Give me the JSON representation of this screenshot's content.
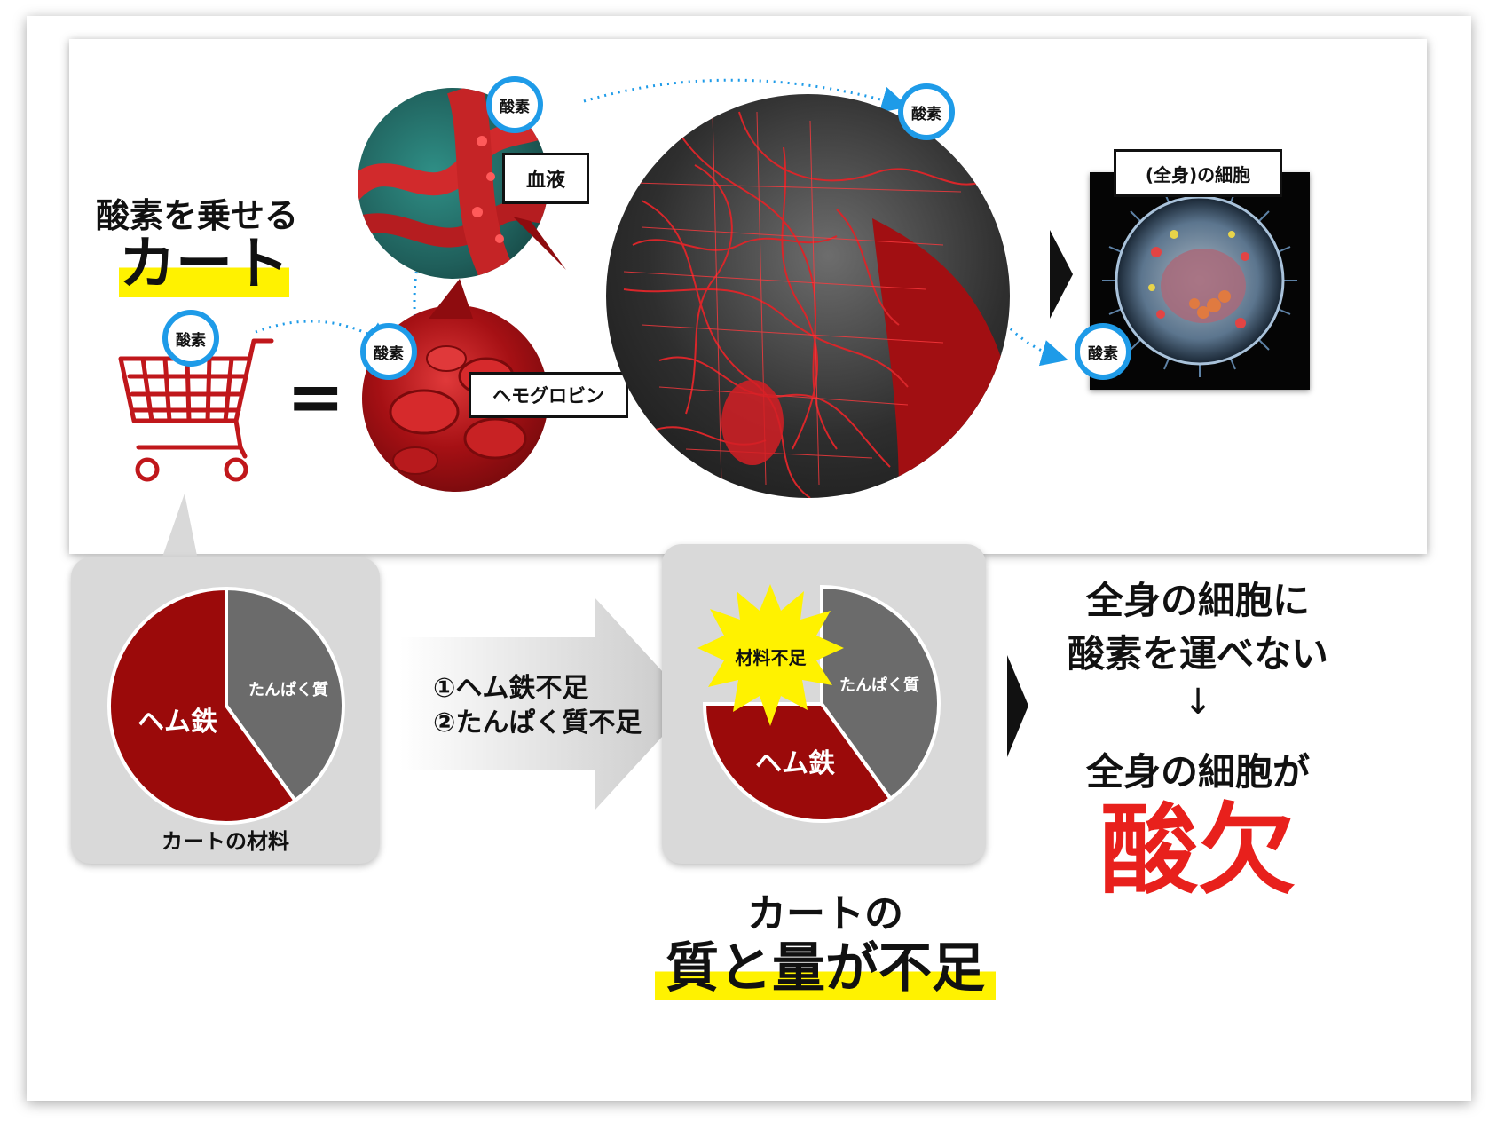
{
  "top": {
    "cart_heading": "酸素を乗せる",
    "cart_title": "カート",
    "oxygen": "酸素",
    "blood_label": "血液",
    "hemoglobin_label": "ヘモグロビン",
    "cell_label": "(全身)の細胞",
    "equals": "="
  },
  "bottom": {
    "left_pie": {
      "heme_iron": "ヘム鉄",
      "protein": "たんぱく質",
      "caption": "カートの材料",
      "heme_share": 0.6,
      "protein_share": 0.4
    },
    "arrow_line1": "①ヘム鉄不足",
    "arrow_line2": "②たんぱく質不足",
    "right_pie": {
      "shortage_badge": "材料不足",
      "heme_iron": "ヘム鉄",
      "protein": "たんぱく質",
      "heme_share": 0.35,
      "protein_share": 0.4
    },
    "cart_line1": "カートの",
    "cart_line2": "質と量が不足",
    "conclusion_line1": "全身の細胞に",
    "conclusion_line2": "酸素を運べない",
    "down_arrow": "↓",
    "conclusion_line3": "全身の細胞が",
    "conclusion_big": "酸欠"
  },
  "colors": {
    "oxygen_ring": "#1e9be8",
    "heme_red": "#9b0a0a",
    "protein_grey": "#6b6b6b",
    "highlight": "#fff200",
    "alert_red": "#e8201c"
  }
}
